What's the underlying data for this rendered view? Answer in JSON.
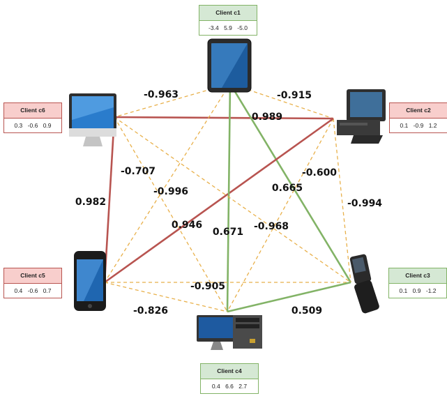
{
  "clients": [
    {
      "id": "c1",
      "title": "Client c1",
      "values": [
        "-3.4",
        "5.9",
        "-5.0"
      ],
      "theme": "green",
      "device": "tablet"
    },
    {
      "id": "c2",
      "title": "Client c2",
      "values": [
        "0.1",
        "-0.9",
        "1.2"
      ],
      "theme": "red",
      "device": "desktop-pc"
    },
    {
      "id": "c3",
      "title": "Client c3",
      "values": [
        "0.1",
        "0.9",
        "-1.2"
      ],
      "theme": "green",
      "device": "flip-phone"
    },
    {
      "id": "c4",
      "title": "Client c4",
      "values": [
        "0.4",
        "6.6",
        "2.7"
      ],
      "theme": "green",
      "device": "monitor-tower"
    },
    {
      "id": "c5",
      "title": "Client c5",
      "values": [
        "0.4",
        "-0.6",
        "0.7"
      ],
      "theme": "red",
      "device": "smartphone"
    },
    {
      "id": "c6",
      "title": "Client c6",
      "values": [
        "0.3",
        "-0.6",
        "0.9"
      ],
      "theme": "red",
      "device": "imac"
    }
  ],
  "edges": [
    {
      "from": "c1",
      "to": "c6",
      "label": "-0.963",
      "style": "dashed"
    },
    {
      "from": "c1",
      "to": "c2",
      "label": "-0.915",
      "style": "dashed"
    },
    {
      "from": "c6",
      "to": "c2",
      "label": "0.989",
      "style": "solid-red"
    },
    {
      "from": "c6",
      "to": "c4",
      "label": "-0.707",
      "style": "dashed"
    },
    {
      "from": "c1",
      "to": "c5",
      "label": "-0.996",
      "style": "dashed"
    },
    {
      "from": "c2",
      "to": "c4",
      "label": "-0.600",
      "style": "dashed"
    },
    {
      "from": "c1",
      "to": "c3",
      "label": "0.665",
      "style": "solid-green"
    },
    {
      "from": "c2",
      "to": "c3",
      "label": "-0.994",
      "style": "dashed"
    },
    {
      "from": "c6",
      "to": "c5",
      "label": "0.982",
      "style": "solid-red"
    },
    {
      "from": "c5",
      "to": "c2",
      "label": "0.946",
      "style": "solid-red"
    },
    {
      "from": "c1",
      "to": "c4",
      "label": "0.671",
      "style": "solid-green"
    },
    {
      "from": "c6",
      "to": "c3",
      "label": "-0.968",
      "style": "dashed"
    },
    {
      "from": "c5",
      "to": "c3",
      "label": "-0.905",
      "style": "dashed"
    },
    {
      "from": "c5",
      "to": "c4",
      "label": "-0.826",
      "style": "dashed"
    },
    {
      "from": "c4",
      "to": "c3",
      "label": "0.509",
      "style": "solid-green"
    }
  ],
  "colors": {
    "dashed": "#e8b04a",
    "solid-red": "#b85450",
    "solid-green": "#82b366",
    "green_fill": "#d5e8d4",
    "red_fill": "#f8cecc"
  }
}
